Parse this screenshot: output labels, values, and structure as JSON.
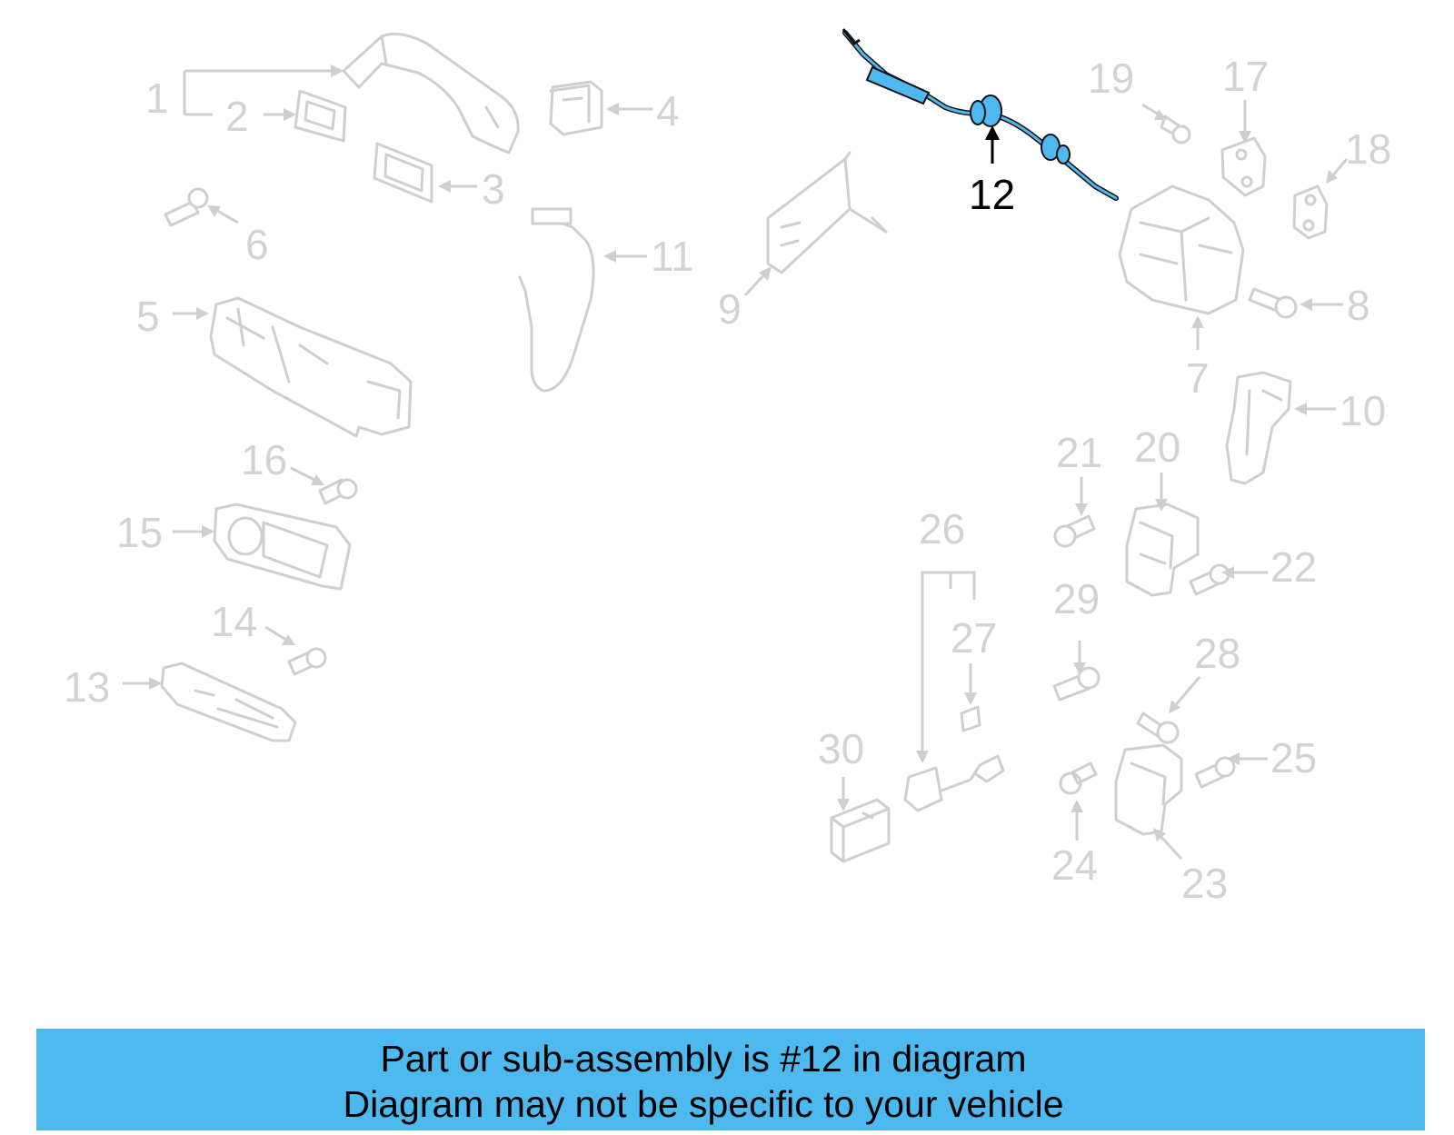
{
  "diagram": {
    "highlighted_part": "12",
    "highlight_color": "#4db9ef",
    "labels": [
      "1",
      "2",
      "3",
      "4",
      "5",
      "6",
      "7",
      "8",
      "9",
      "10",
      "11",
      "12",
      "13",
      "14",
      "15",
      "16",
      "17",
      "18",
      "19",
      "20",
      "21",
      "22",
      "23",
      "24",
      "25",
      "26",
      "27",
      "28",
      "29",
      "30"
    ]
  },
  "banner": {
    "line1": "Part or sub-assembly is #12 in diagram",
    "line2": "Diagram may not be specific to your vehicle",
    "background": "#4db9ef"
  }
}
